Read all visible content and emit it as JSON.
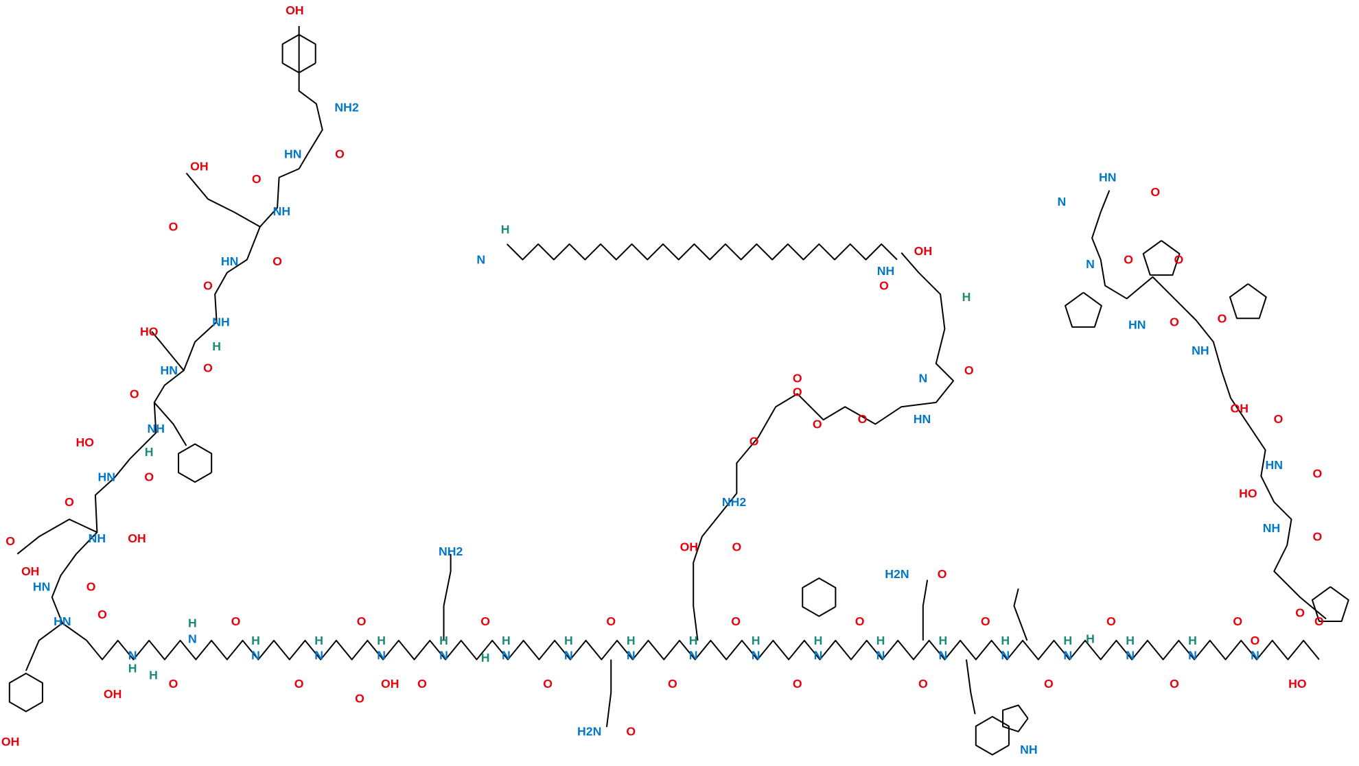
{
  "colors": {
    "oxygen": "#e8000b",
    "nitrogen": "#0077c8",
    "stereo_h": "#1a8a7a",
    "bond": "#000000"
  },
  "atoms": [
    "OH",
    "NH2",
    "HN",
    "O",
    "O",
    "OH",
    "O",
    "NH",
    "HN",
    "O",
    "O",
    "NH",
    "HO",
    "H",
    "HN",
    "O",
    "O",
    "NH",
    "HO",
    "H",
    "HN",
    "O",
    "O",
    "NH",
    "OH",
    "O",
    "OH",
    "HN",
    "O",
    "HN",
    "O",
    "OH",
    "OH",
    "N",
    "H",
    "H",
    "O",
    "H",
    "N",
    "O",
    "N",
    "H",
    "O",
    "N",
    "H",
    "O",
    "OH",
    "O",
    "N",
    "H",
    "O",
    "NH2",
    "N",
    "H",
    "H",
    "O",
    "N",
    "H",
    "O",
    "N",
    "H",
    "O",
    "H2N",
    "O",
    "N",
    "H",
    "O",
    "N",
    "H",
    "O",
    "N",
    "H",
    "O",
    "N",
    "H",
    "O",
    "N",
    "H",
    "O",
    "H2N",
    "O",
    "N",
    "H",
    "O",
    "NH",
    "N",
    "H",
    "O",
    "H",
    "N",
    "H",
    "O",
    "N",
    "H",
    "O",
    "N",
    "H",
    "O",
    "N",
    "O",
    "HO",
    "O",
    "O",
    "N",
    "H",
    "OH",
    "O",
    "NH",
    "H",
    "N",
    "O",
    "O",
    "O",
    "O",
    "O",
    "HN",
    "O",
    "NH2",
    "OH",
    "O",
    "HN",
    "O",
    "N",
    "N",
    "O",
    "O",
    "O",
    "HN",
    "O",
    "NH",
    "OH",
    "O",
    "HN",
    "O",
    "HO",
    "NH",
    "O"
  ]
}
